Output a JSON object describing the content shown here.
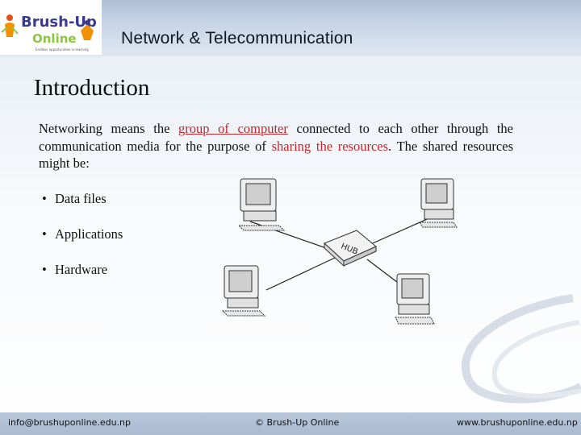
{
  "header": {
    "logo": {
      "brand_line1": "Brush-Up",
      "brand_line2": "Online",
      "tagline": "Endless opportunities in learning"
    },
    "title": "Network & Telecommunication"
  },
  "main": {
    "heading": "Introduction",
    "paragraph": {
      "part1": "Networking means the ",
      "highlight1": "group of computer",
      "part2": " connected to each other through the communication media for the purpose of ",
      "highlight2": "sharing the resources",
      "part3": ". The shared resources might be:"
    },
    "bullets": [
      "Data files",
      "Applications",
      "Hardware"
    ],
    "diagram": {
      "hub_label": "HUB"
    }
  },
  "footer": {
    "email": "info@brushuponline.edu.np",
    "copyright": "© Brush-Up Online",
    "website": "www.brushuponline.edu.np"
  },
  "colors": {
    "highlight": "#c0272d",
    "header_band": "#c7d4e6",
    "footer_band": "#aabbd2"
  }
}
